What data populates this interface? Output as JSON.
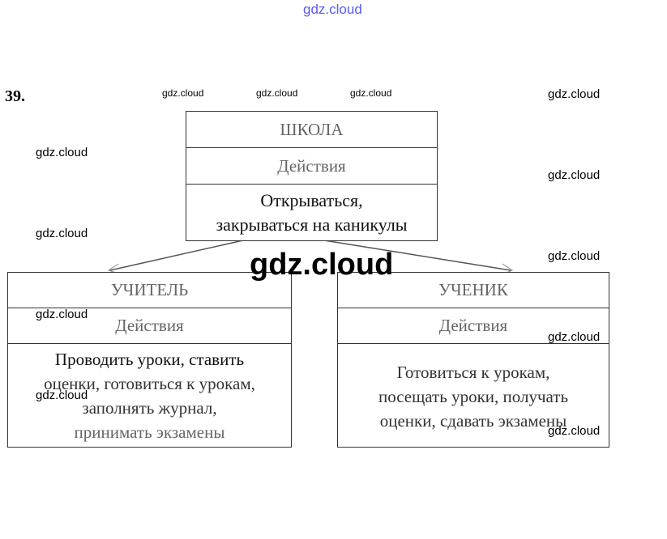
{
  "task_number": "39.",
  "school": {
    "title": "ШКОЛА",
    "section": "Действия",
    "actions": [
      "Открываться,",
      "закрываться на каникулы"
    ]
  },
  "teacher": {
    "title": "УЧИТЕЛЬ",
    "section": "Действия",
    "actions": [
      "Проводить уроки, ставить",
      "оценки, готовиться к урокам,",
      "заполнять журнал,",
      "принимать экзамены"
    ]
  },
  "student": {
    "title": "УЧЕНИК",
    "section": "Действия",
    "actions": [
      "Готовиться к урокам,",
      "посещать уроки, получать",
      "оценки, сдавать экзамены"
    ]
  },
  "watermark": "gdz.cloud"
}
